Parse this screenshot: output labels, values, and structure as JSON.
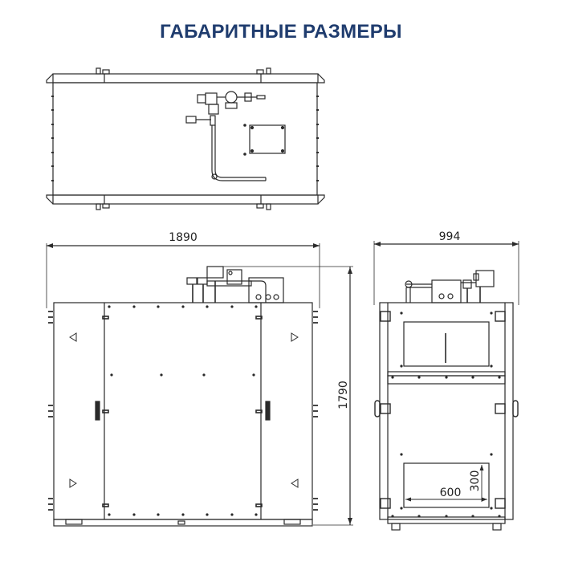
{
  "header": {
    "title": "ГАБАРИТНЫЕ РАЗМЕРЫ",
    "title_color": "#1f3c6e"
  },
  "views": {
    "top_view": {
      "label": "top-view"
    },
    "front_view": {
      "width_dimension": "1890",
      "height_dimension": "1790"
    },
    "side_view": {
      "width_dimension": "994",
      "opening_width": "600",
      "opening_height": "300"
    }
  },
  "colors": {
    "line": "#2a2a2a",
    "background": "#ffffff"
  }
}
